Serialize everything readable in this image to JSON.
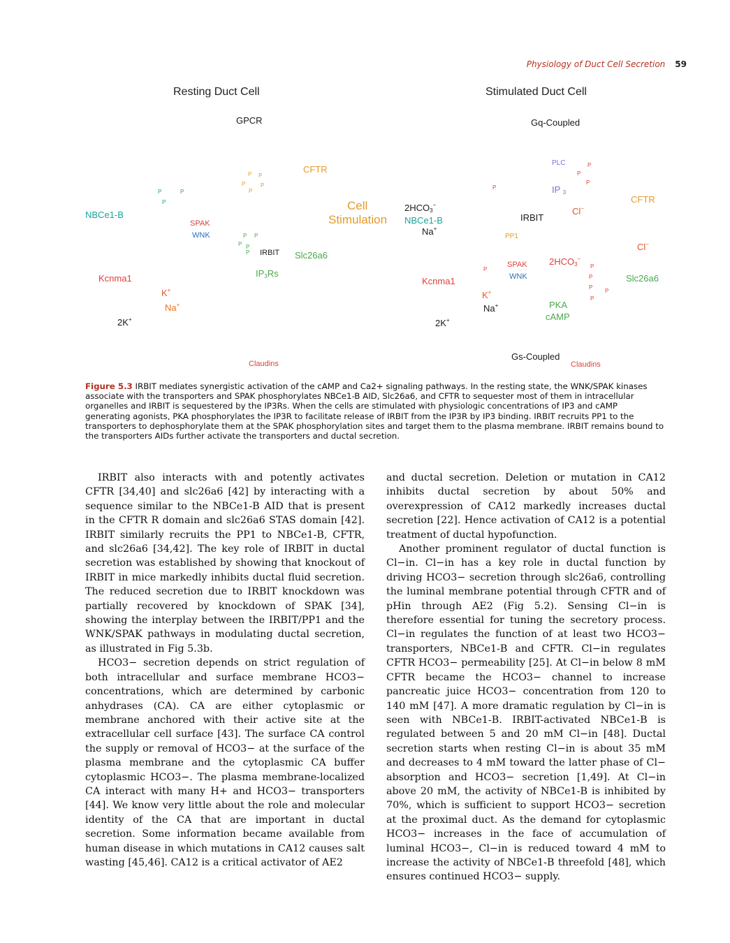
{
  "header": {
    "running_title": "Physiology of Duct Cell Secretion",
    "page_number": "59"
  },
  "figure": {
    "left_panel": {
      "title": "Resting Duct Cell",
      "gpcr": "GPCR",
      "cftr": "CFTR",
      "nbce1b": "NBCe1-B",
      "spak": "SPAK",
      "wnk": "WNK",
      "irbit": "IRBIT",
      "slc26a6": "Slc26a6",
      "ip3rs": "IP3Rs",
      "kcnma1": "Kcnma1",
      "k": "K+",
      "na": "Na+",
      "twok": "2K+",
      "claudins": "Claudins",
      "p": "P"
    },
    "middle": {
      "cell_line1": "Cell",
      "cell_line2": "Stimulation"
    },
    "right_panel": {
      "title": "Stimulated Duct Cell",
      "gq": "Gq-Coupled",
      "gs": "Gs-Coupled",
      "plc": "PLC",
      "ip3": "IP 3",
      "cftr": "CFTR",
      "cl": "Cl−",
      "irbit": "IRBIT",
      "hco3_2": "2HCO3−",
      "nbce1b": "NBCe1-B",
      "na": "Na+",
      "pp1": "PP1",
      "spak": "SPAK",
      "wnk": "WNK",
      "pka": "PKA",
      "camp": "cAMP",
      "slc26a6": "Slc26a6",
      "kcnma1": "Kcnma1",
      "k": "K+",
      "twok": "2K+",
      "claudins": "Claudins",
      "p": "P"
    }
  },
  "caption": {
    "label": "Figure 5.3",
    "text": "IRBIT mediates synergistic activation of the cAMP and Ca2+ signaling pathways. In the resting state, the WNK/SPAK kinases associate with the transporters and SPAK phosphorylates NBCe1-B AID, Slc26a6, and CFTR to sequester most of them in intracellular organelles and IRBIT is sequestered by the IP3Rs. When the cells are stimulated with physiologic concentrations of IP3 and cAMP generating agonists, PKA phosphorylates the IP3R to facilitate release of IRBIT from the IP3R by IP3 binding. IRBIT recruits PP1 to the transporters to dephosphorylate them at the SPAK phosphorylation sites and target them to the plasma membrane. IRBIT remains bound to the transporters AIDs further activate the transporters and ductal secretion."
  },
  "body": {
    "col1": [
      "IRBIT also interacts with and potently activates CFTR [34,40] and slc26a6 [42] by interacting with a sequence similar to the NBCe1-B AID that is present in the CFTR R domain and slc26a6 STAS domain [42]. IRBIT similarly recruits the PP1 to NBCe1-B, CFTR, and slc26a6 [34,42]. The key role of IRBIT in ductal secretion was established by showing that knockout of IRBIT in mice markedly inhibits ductal fluid secretion. The reduced secretion due to IRBIT knockdown was partially recovered by knockdown of SPAK [34], showing the interplay between the IRBIT/PP1 and the WNK/SPAK pathways in modulating ductal secretion, as illustrated in Fig 5.3b.",
      "HCO3− secretion depends on strict regulation of both intracellular and surface membrane HCO3− concentrations, which are determined by carbonic anhydrases (CA). CA are either cytoplasmic or membrane anchored with their active site at the extracellular cell surface [43]. The surface CA control the supply or removal of HCO3− at the surface of the plasma membrane and the cytoplasmic CA buffer cytoplasmic HCO3−. The plasma membrane-localized CA interact with many H+ and HCO3− transporters [44]. We know very little about the role and molecular identity of the CA that are important in ductal secretion. Some information became available from human disease in which mutations in CA12 causes salt wasting [45,46]. CA12 is a critical activator of AE2"
    ],
    "col2": [
      "and ductal secretion. Deletion or mutation in CA12 inhibits ductal secretion by about 50% and overexpression of CA12 markedly increases ductal secretion [22]. Hence activation of CA12 is a potential treatment of ductal hypofunction.",
      "Another prominent regulator of ductal function is Cl−in. Cl−in has a key role in ductal function by driving HCO3− secretion through slc26a6, controlling the luminal membrane potential through CFTR and of pHin through AE2 (Fig 5.2). Sensing Cl−in is therefore essential for tuning the secretory process. Cl−in regulates the function of at least two HCO3− transporters, NBCe1-B and CFTR. Cl−in regulates CFTR HCO3− permeability [25]. At Cl−in below 8 mM CFTR became the HCO3− channel to increase pancreatic juice HCO3− concentration from 120 to 140 mM [47]. A more dramatic regulation by Cl−in is seen with NBCe1-B. IRBIT-activated NBCe1-B is regulated between 5 and 20 mM Cl−in [48]. Ductal secretion starts when resting Cl−in is about 35 mM and decreases to 4 mM toward the latter phase of Cl− absorption and HCO3− secretion [1,49]. At Cl−in above 20 mM, the activity of NBCe1-B is inhibited by 70%, which is sufficient to support HCO3− secretion at the proximal duct. As the demand for cytoplasmic HCO3− increases in the face of accumulation of luminal HCO3−, Cl−in is reduced toward 4 mM to increase the activity of NBCe1-B threefold [48], which ensures continued HCO3− supply."
    ]
  }
}
